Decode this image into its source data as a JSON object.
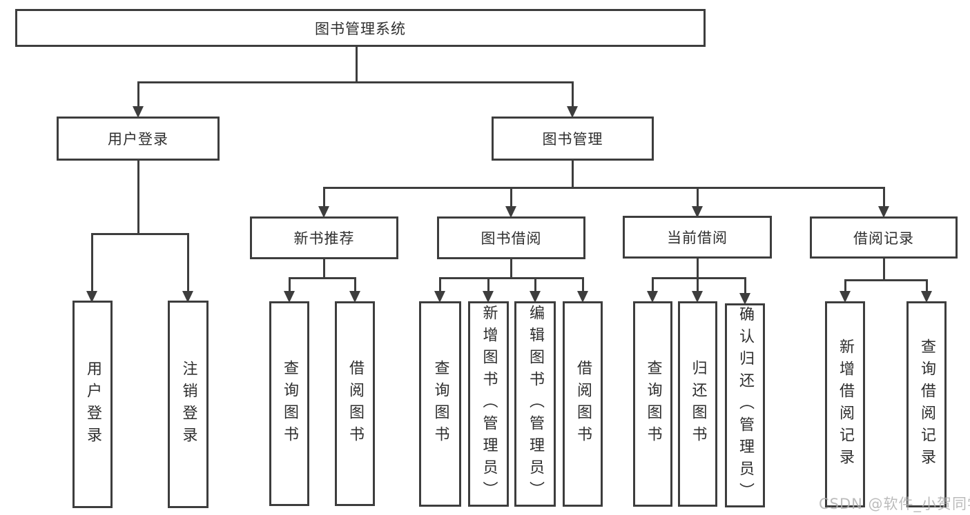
{
  "diagram": {
    "title": "图书管理系统",
    "nodes": {
      "root": {
        "label": "图书管理系统"
      },
      "user_login": {
        "label": "用户登录"
      },
      "book_management": {
        "label": "图书管理"
      },
      "new_book_recommend": {
        "label": "新书推荐"
      },
      "book_borrow": {
        "label": "图书借阅"
      },
      "current_borrow": {
        "label": "当前借阅"
      },
      "borrow_records": {
        "label": "借阅记录"
      },
      "leaf_user_login": {
        "label": "用户登录"
      },
      "leaf_logout": {
        "label": "注销登录"
      },
      "leaf_nb_query": {
        "label": "查询图书"
      },
      "leaf_nb_borrow": {
        "label": "借阅图书"
      },
      "leaf_bb_query": {
        "label": "查询图书"
      },
      "leaf_bb_add": {
        "label": "新增图书（管理员）"
      },
      "leaf_bb_edit": {
        "label": "编辑图书（管理员）"
      },
      "leaf_bb_borrow": {
        "label": "借阅图书"
      },
      "leaf_cb_query": {
        "label": "查询图书"
      },
      "leaf_cb_return": {
        "label": "归还图书"
      },
      "leaf_cb_confirm": {
        "label": "确认归还（管理员）"
      },
      "leaf_br_add": {
        "label": "新增借阅记录"
      },
      "leaf_br_query": {
        "label": "查询借阅记录"
      }
    },
    "edges": [
      {
        "from": "图书管理系统",
        "to": "用户登录"
      },
      {
        "from": "图书管理系统",
        "to": "图书管理"
      },
      {
        "from": "用户登录",
        "to": "用户登录"
      },
      {
        "from": "用户登录",
        "to": "注销登录"
      },
      {
        "from": "图书管理",
        "to": "新书推荐"
      },
      {
        "from": "图书管理",
        "to": "图书借阅"
      },
      {
        "from": "图书管理",
        "to": "当前借阅"
      },
      {
        "from": "图书管理",
        "to": "借阅记录"
      },
      {
        "from": "新书推荐",
        "to": "查询图书"
      },
      {
        "from": "新书推荐",
        "to": "借阅图书"
      },
      {
        "from": "图书借阅",
        "to": "查询图书"
      },
      {
        "from": "图书借阅",
        "to": "新增图书（管理员）"
      },
      {
        "from": "图书借阅",
        "to": "编辑图书（管理员）"
      },
      {
        "from": "图书借阅",
        "to": "借阅图书"
      },
      {
        "from": "当前借阅",
        "to": "查询图书"
      },
      {
        "from": "当前借阅",
        "to": "归还图书"
      },
      {
        "from": "当前借阅",
        "to": "确认归还（管理员）"
      },
      {
        "from": "借阅记录",
        "to": "新增借阅记录"
      },
      {
        "from": "借阅记录",
        "to": "查询借阅记录"
      }
    ]
  },
  "watermark": {
    "text": "CSDN @软件_小贺同学"
  },
  "colors": {
    "line": "#3d3d3d",
    "text": "#2e2e2e",
    "box_fill": "#ffffff",
    "background": "#ffffff",
    "watermark": "#b0b0b0"
  }
}
